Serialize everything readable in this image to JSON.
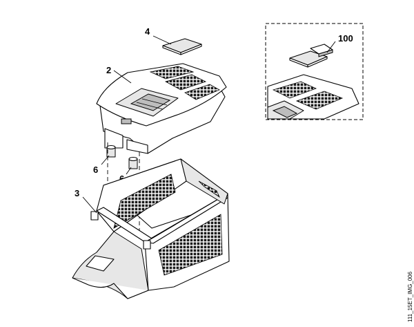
{
  "diagram": {
    "callouts": {
      "part_4": "4",
      "part_2": "2",
      "part_6_upper": "6",
      "part_6_lower": "6",
      "part_3": "3",
      "part_100": "100"
    },
    "image_code": "111_15ET_IMG_006"
  }
}
